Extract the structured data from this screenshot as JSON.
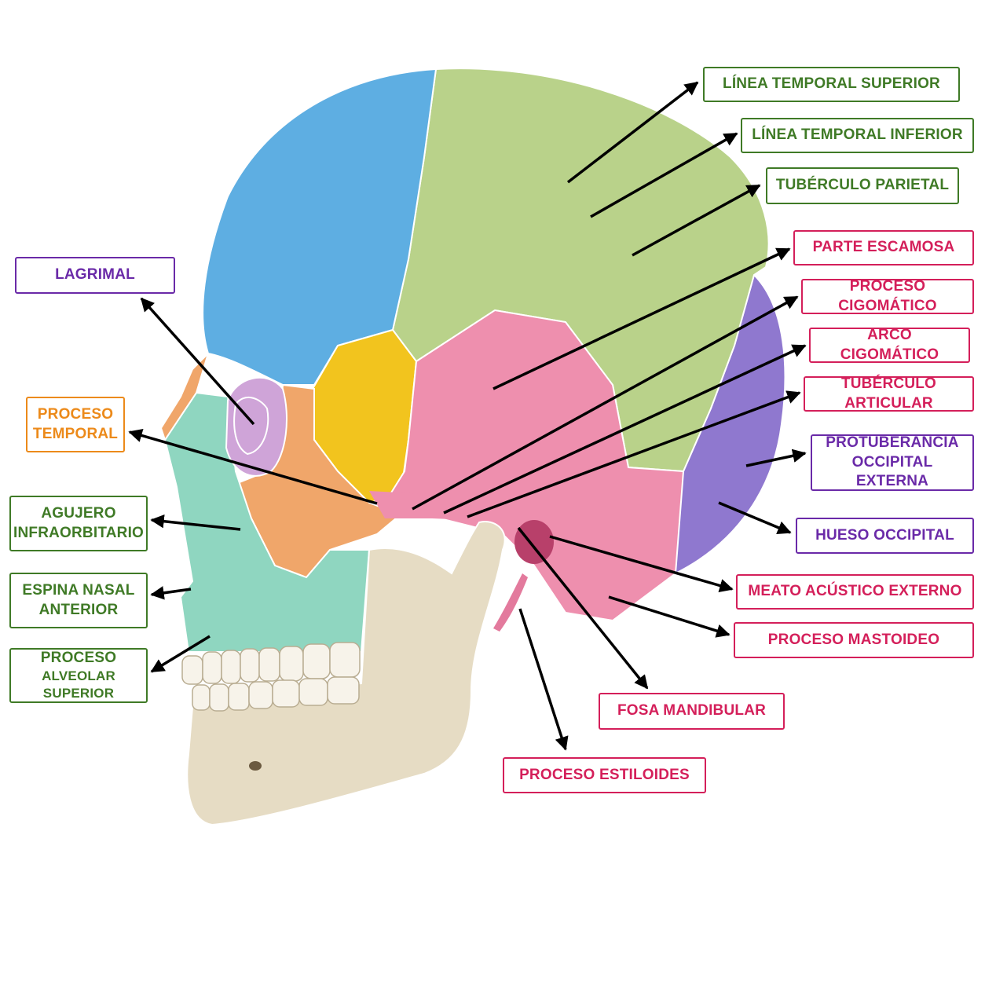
{
  "colors": {
    "frontal": "#5eaee2",
    "parietal": "#b9d28a",
    "sphenoid": "#f2c41e",
    "temporal": "#ee8fae",
    "occipital": "#8f78cf",
    "zygomatic": "#f0a66a",
    "maxilla": "#8fd6c0",
    "lacrimal": "#cfa4d8",
    "mandible": "#e6dcc4",
    "green_label": "#3f7a26",
    "purple_label": "#6a2aa8",
    "orange_label": "#ec8a1a",
    "pink_label": "#d41f5a"
  },
  "labels": {
    "linea_temporal_superior": "LÍNEA TEMPORAL SUPERIOR",
    "linea_temporal_inferior": "LÍNEA TEMPORAL INFERIOR",
    "tuberculo_parietal": "TUBÉRCULO PARIETAL",
    "parte_escamosa": "PARTE ESCAMOSA",
    "proceso_cigomatico": "PROCESO CIGOMÁTICO",
    "arco_cigomatico": "ARCO CIGOMÁTICO",
    "tuberculo_articular": "TUBÉRCULO ARTICULAR",
    "protuberancia_occipital_externa": "PROTUBERANCIA\nOCCIPITAL EXTERNA",
    "hueso_occipital": "HUESO OCCIPITAL",
    "meato_acustico_externo": "MEATO ACÚSTICO EXTERNO",
    "proceso_mastoideo": "PROCESO MASTOIDEO",
    "fosa_mandibular": "FOSA MANDIBULAR",
    "proceso_estiloides": "PROCESO ESTILOIDES",
    "lagrimal": "LAGRIMAL",
    "proceso_temporal": "PROCESO\nTEMPORAL",
    "agujero_infraorbitario": "AGUJERO\nINFRAORBITARIO",
    "espina_nasal_anterior": "ESPINA NASAL\nANTERIOR",
    "proceso_line1": "PROCESO",
    "proceso_line2": "ALVEOLAR SUPERIOR"
  }
}
